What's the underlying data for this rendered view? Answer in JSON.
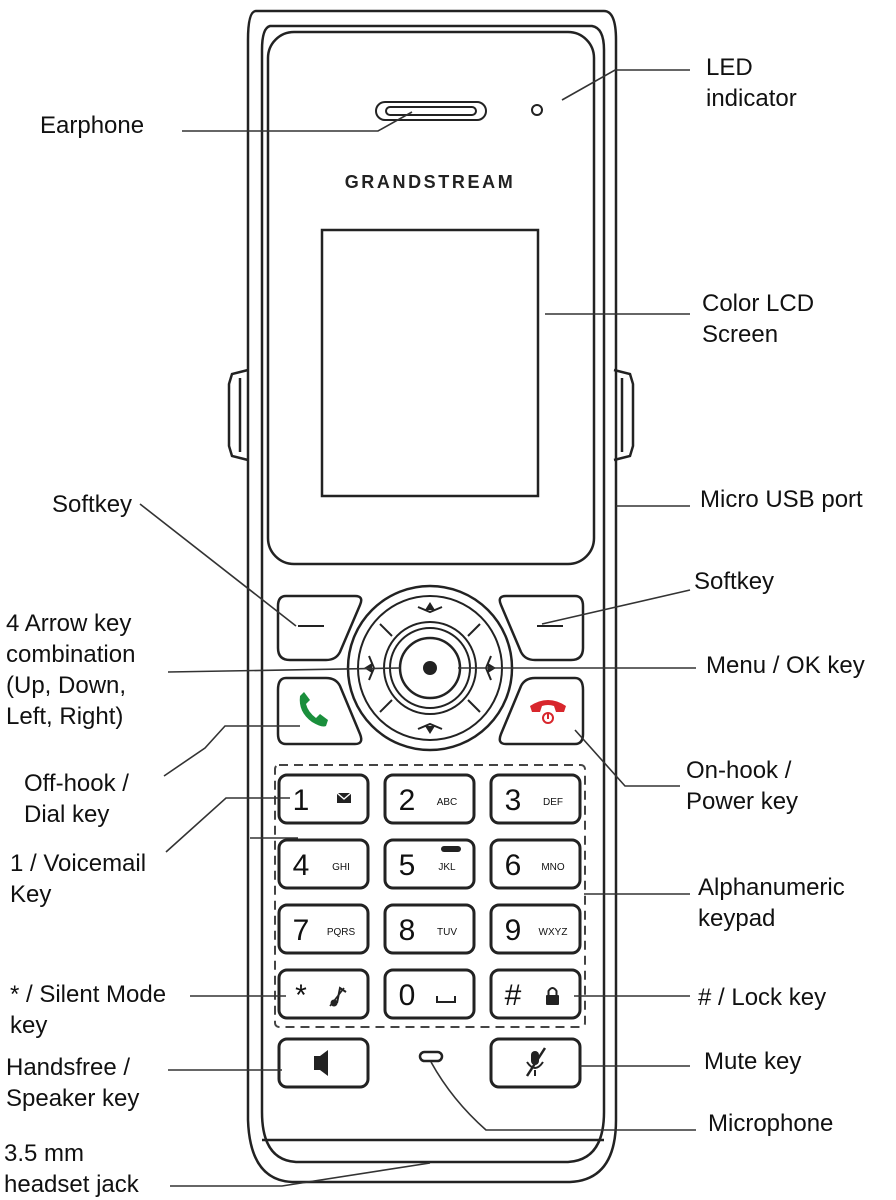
{
  "device": {
    "brand": "GRANDSTREAM"
  },
  "labels": {
    "earphone": [
      "Earphone"
    ],
    "led": [
      "LED",
      "indicator"
    ],
    "lcd": [
      "Color LCD",
      "Screen"
    ],
    "usb": [
      "Micro USB port"
    ],
    "softkey_left": [
      "Softkey"
    ],
    "softkey_right": [
      "Softkey"
    ],
    "arrow": [
      "4 Arrow key",
      "combination",
      "(Up, Down,",
      "Left, Right)"
    ],
    "menu_ok": [
      "Menu / OK key"
    ],
    "offhook": [
      "Off-hook /",
      "Dial key"
    ],
    "onhook": [
      "On-hook /",
      "Power key"
    ],
    "voicemail": [
      "1 / Voicemail",
      "Key"
    ],
    "alphanumeric": [
      "Alphanumeric",
      "keypad"
    ],
    "silent": [
      "* / Silent Mode",
      "key"
    ],
    "lock": [
      "# / Lock key"
    ],
    "handsfree": [
      "Handsfree /",
      "Speaker key"
    ],
    "mute": [
      "Mute key"
    ],
    "microphone": [
      "Microphone"
    ],
    "headset": [
      "3.5 mm",
      "headset jack"
    ]
  },
  "keypad": [
    {
      "digit": "1",
      "letters": ""
    },
    {
      "digit": "2",
      "letters": "ABC"
    },
    {
      "digit": "3",
      "letters": "DEF"
    },
    {
      "digit": "4",
      "letters": "GHI"
    },
    {
      "digit": "5",
      "letters": "JKL"
    },
    {
      "digit": "6",
      "letters": "MNO"
    },
    {
      "digit": "7",
      "letters": "PQRS"
    },
    {
      "digit": "8",
      "letters": "TUV"
    },
    {
      "digit": "9",
      "letters": "WXYZ"
    },
    {
      "digit": "*",
      "letters": ""
    },
    {
      "digit": "0",
      "letters": ""
    },
    {
      "digit": "#",
      "letters": ""
    }
  ],
  "colors": {
    "line": "#222222",
    "call_green": "#1a8f3c",
    "end_red": "#d8262c"
  }
}
